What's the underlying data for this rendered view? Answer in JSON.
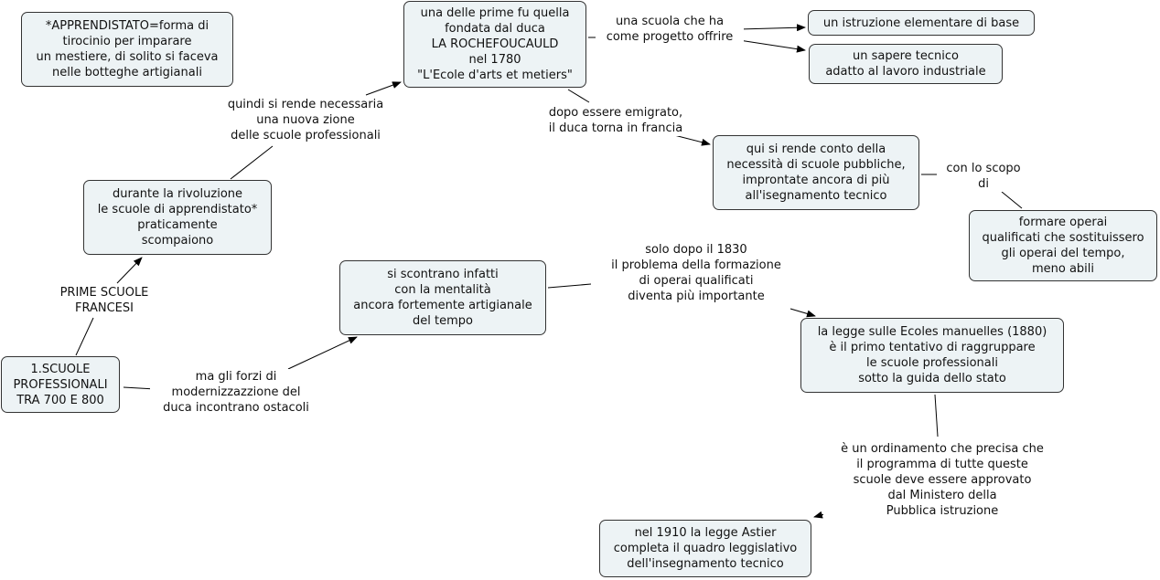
{
  "concept_map": {
    "nodes": {
      "apprendistato": "*APPRENDISTATO=forma di\ntirocinio per imparare\nun mestiere, di solito si faceva\nnelle botteghe artigianali",
      "rochefoucauld": "una delle prime fu quella\nfondata dal duca\nLA ROCHEFOUCAULD\nnel 1780\n\"L'Ecole d'arts et metiers\"",
      "istruzione": "un istruzione elementare di base",
      "sapere": "un sapere tecnico\nadatto al lavoro industriale",
      "rivoluzione": "durante la rivoluzione\nle scuole di apprendistato*\npraticamente\nscompaiono",
      "scuole_pubbliche": "qui si rende conto della\nnecessità di scuole pubbliche,\nimprontate ancora di più\nall'isegnamento tecnico",
      "formare": "formare operai\nqualificati che sostituissero\ngli operai del tempo,\nmeno abili",
      "scontrano": "si scontrano infatti\ncon la mentalità\nancora fortemente artigianale\ndel tempo",
      "root": "1.SCUOLE\nPROFESSIONALI\nTRA 700 E 800",
      "ecoles_manuelles": "la legge sulle Ecoles manuelles (1880)\nè il primo tentativo di raggruppare\nle scuole professionali\nsotto la guida dello stato",
      "astier": "nel 1910 la legge Astier\ncompleta il quadro leggislativo\ndell'insegnamento tecnico"
    },
    "links": {
      "quindi": "quindi si rende necessaria\nuna nuova zione\ndelle scuole professionali",
      "progetto": "una scuola che ha\ncome progetto offrire",
      "emigrato": "dopo essere emigrato,\nil duca torna in francia",
      "scopo": "con lo scopo\ndi",
      "prime": "PRIME SCUOLE\nFRANCESI",
      "forzi": "ma gli forzi di\nmodernizzazzione del\nduca incontrano ostacoli",
      "dopo1830": "solo dopo il 1830\nil problema della formazione\ndi operai qualificati\ndiventa più importante",
      "ordinamento": "è un ordinamento che precisa che\nil programma di tutte queste\nscuole deve essere approvato\ndal Ministero della\nPubblica istruzione"
    }
  }
}
